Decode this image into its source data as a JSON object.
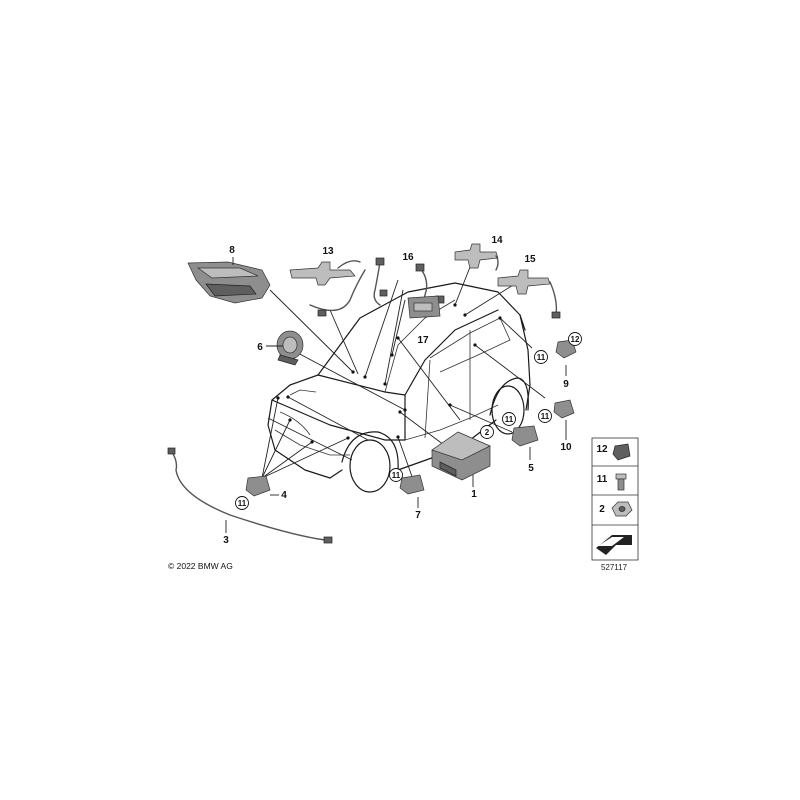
{
  "callouts": {
    "c1": "1",
    "c2": "2",
    "c3": "3",
    "c4": "4",
    "c5": "5",
    "c6": "6",
    "c7": "7",
    "c8": "8",
    "c9": "9",
    "c10": "10",
    "c12": "12",
    "c13": "13",
    "c14": "14",
    "c15": "15",
    "c16": "16",
    "c17": "17",
    "c11a": "11",
    "c11b": "11",
    "c11c": "11",
    "c11d": "11",
    "c11e": "11",
    "c2circ": "2",
    "c12circ": "12"
  },
  "legend": {
    "item12": "12",
    "item11": "11",
    "item2": "2"
  },
  "copyright": "© 2022 BMW AG",
  "diagram_id": "527117"
}
